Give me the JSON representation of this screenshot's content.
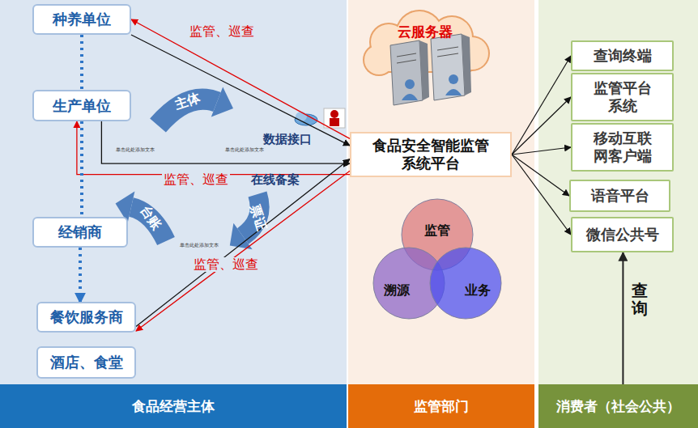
{
  "diagram": {
    "nodes": [
      {
        "text": [
          "种养单位"
        ]
      },
      {
        "text": [
          "生产单位"
        ]
      },
      {
        "text": [
          "经销商"
        ]
      },
      {
        "text": [
          "餐饮服务商"
        ]
      },
      {
        "text": [
          "酒店、食堂"
        ]
      },
      {
        "text": [
          "云服务器"
        ]
      },
      {
        "text": [
          "食品安全智能监管系统平台"
        ]
      },
      {
        "text": [
          "监管"
        ]
      },
      {
        "text": [
          "溯源"
        ]
      },
      {
        "text": [
          "业务"
        ]
      },
      {
        "text": [
          "查询终端"
        ]
      },
      {
        "text": [
          "监管平台系统"
        ]
      },
      {
        "text": [
          "移动互联网客户端"
        ]
      },
      {
        "text": [
          "语音平台"
        ]
      },
      {
        "text": [
          "微信公共号"
        ]
      },
      {
        "text": [
          "食品经营主体"
        ]
      },
      {
        "text": [
          "监管部门"
        ]
      },
      {
        "text": [
          "消费者（社会公共）"
        ]
      }
    ],
    "edges": [
      {
        "from": 0,
        "to": 6,
        "arrow": "to"
      },
      {
        "from": 6,
        "to": 0,
        "label": "监管、巡查",
        "arrow": "to"
      },
      {
        "from": 1,
        "to": 6,
        "arrow": "to"
      },
      {
        "from": 6,
        "to": 1,
        "label": "监管、巡查",
        "arrow": "to"
      },
      {
        "from": 3,
        "to": 6,
        "arrow": "to"
      },
      {
        "from": 6,
        "to": 3,
        "label": "监管、巡查",
        "arrow": "to"
      },
      {
        "from": 6,
        "to": 10,
        "arrow": "to"
      },
      {
        "from": 6,
        "to": 11,
        "arrow": "to"
      },
      {
        "from": 6,
        "to": 12,
        "arrow": "to"
      },
      {
        "from": 6,
        "to": 13,
        "arrow": "to"
      },
      {
        "from": 6,
        "to": 14,
        "arrow": "to"
      },
      {
        "from": 17,
        "to": 14,
        "label": "查询",
        "arrow": "to"
      },
      {
        "from": 0,
        "to": 1,
        "arrow": "none"
      },
      {
        "from": 1,
        "to": 2,
        "arrow": "none"
      },
      {
        "from": 2,
        "to": 3,
        "arrow": "to"
      }
    ],
    "labels": [
      "主体",
      "台账",
      "票证",
      "数据接口",
      "在线备案",
      "单击此处添加文本",
      "单击此处添加文本",
      "单击此处添加文本"
    ]
  }
}
